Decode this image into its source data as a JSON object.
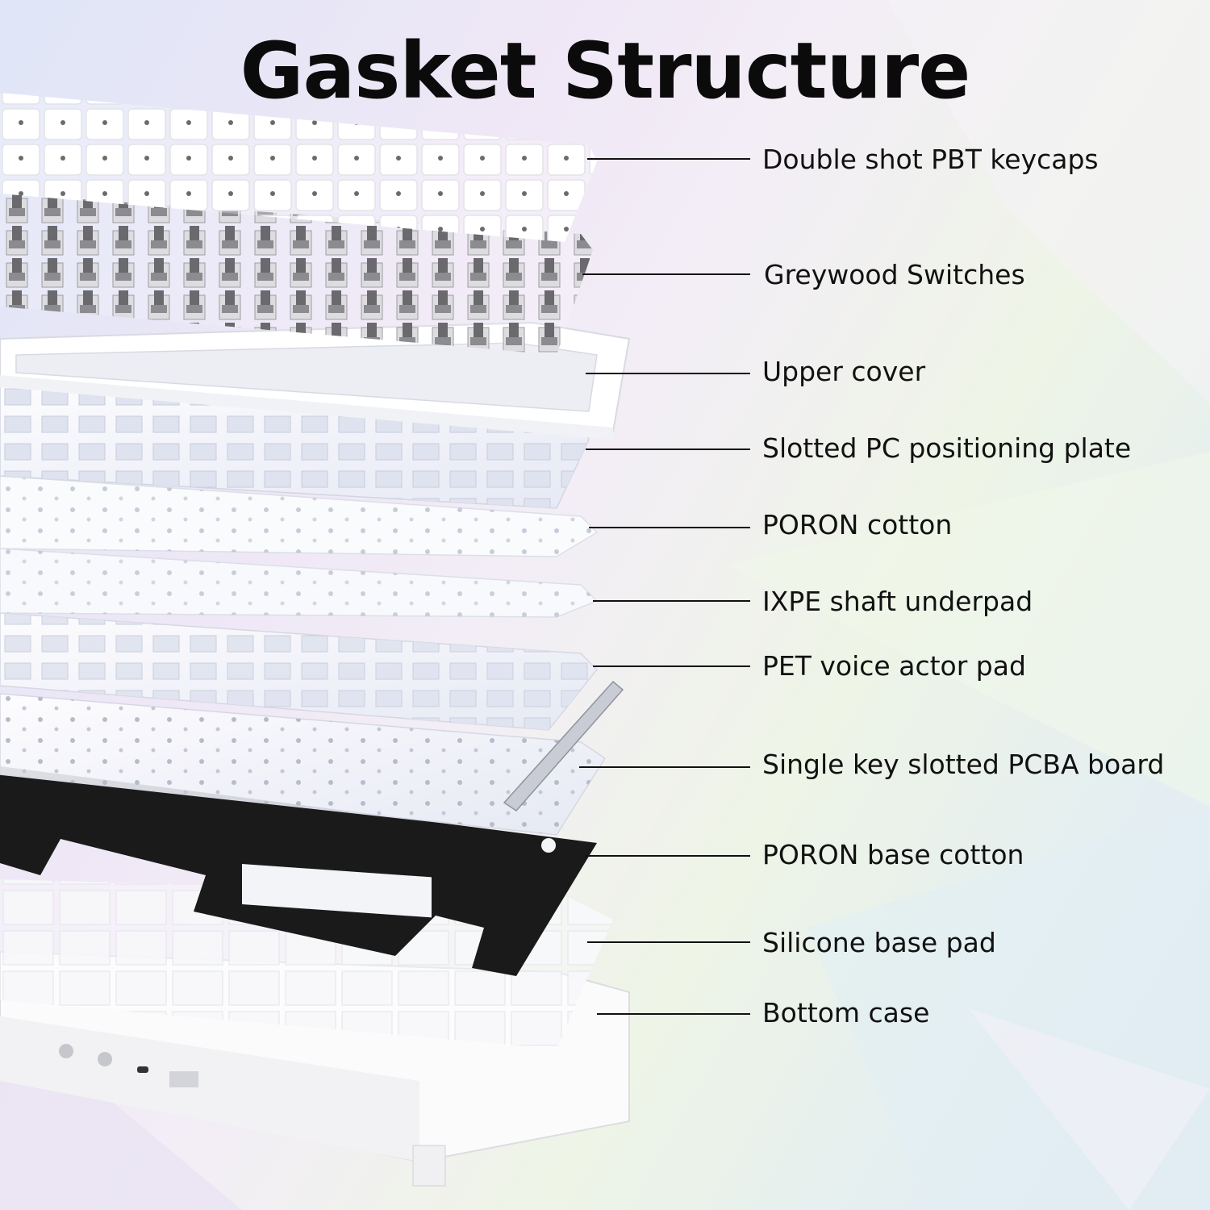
{
  "title": "Gasket Structure",
  "layers": [
    {
      "label": "Double shot PBT keycaps"
    },
    {
      "label": "Greywood Switches"
    },
    {
      "label": "Upper cover"
    },
    {
      "label": "Slotted PC positioning plate"
    },
    {
      "label": "PORON cotton"
    },
    {
      "label": "IXPE shaft underpad"
    },
    {
      "label": "PET voice actor pad"
    },
    {
      "label": "Single key slotted PCBA board"
    },
    {
      "label": "PORON base cotton"
    },
    {
      "label": "Silicone base pad"
    },
    {
      "label": "Bottom case"
    }
  ],
  "colors": {
    "title": "#0b0b0b",
    "label": "#111111",
    "leader": "#111111",
    "white_part": "#ffffff",
    "translucent_part": "#eef1f8",
    "base_cotton": "#1c1c1c",
    "switch_housing": "#6e6e72"
  }
}
